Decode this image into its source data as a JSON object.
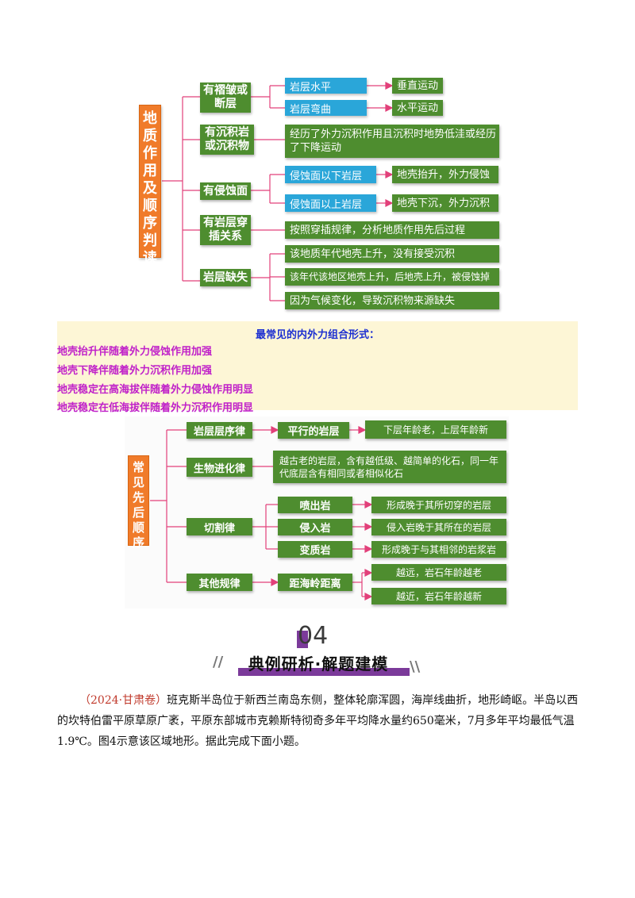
{
  "diagram1": {
    "root_chars": [
      "地",
      "质",
      "作",
      "用",
      "及",
      "顺",
      "序",
      "判",
      "读"
    ],
    "categories": [
      {
        "label": "有褶皱或断层"
      },
      {
        "label": "有沉积岩或沉积物"
      },
      {
        "label": "有侵蚀面"
      },
      {
        "label": "有岩层穿插关系"
      },
      {
        "label": "岩层缺失"
      }
    ],
    "subs": {
      "fold_flat": "岩层水平",
      "fold_bent": "岩层弯曲",
      "erosion_below": "侵蚀面以下岩层",
      "erosion_above": "侵蚀面以上岩层"
    },
    "leaves": {
      "vertical": "垂直运动",
      "horizontal": "水平运动",
      "sediment": "经历了外力沉积作用且沉积时地势低洼或经历了下降运动",
      "uplift": "地壳抬升，外力侵蚀",
      "sink": "地壳下沉，外力沉积",
      "intrusion": "按照穿插规律，分析地质作用先后过程",
      "missing1": "该地质年代地壳上升，没有接受沉积",
      "missing2": "该年代该地区地壳上升，后地壳上升，被侵蚀掉",
      "missing3": "因为气候变化，导致沉积物来源缺失"
    }
  },
  "notes": {
    "title": "最常见的内外力组合形式：",
    "lines": [
      "地壳抬升伴随着外力侵蚀作用加强",
      "地壳下降伴随着外力沉积作用加强",
      "地壳稳定在高海拔伴随着外力侵蚀作用明显",
      "地壳稳定在低海拔伴随着外力沉积作用明显"
    ]
  },
  "diagram2": {
    "root_chars": [
      "常",
      "见",
      "先",
      "后",
      "顺",
      "序"
    ],
    "categories": {
      "strata": "岩层层序律",
      "evolution": "生物进化律",
      "cutting": "切割律",
      "other": "其他规律"
    },
    "subs": {
      "parallel": "平行的岩层",
      "extrusive": "喷出岩",
      "intrusive": "侵入岩",
      "metamorphic": "变质岩",
      "distance": "距海岭距离"
    },
    "leaves": {
      "parallel": "下层年龄老，上层年龄新",
      "evolution": "越古老的岩层，含有越低级、越简单的化石，同一年代底层含有相同或者相似化石",
      "extrusive": "形成晚于其所切穿的岩层",
      "intrusive": "侵入岩晚于其所在的岩层",
      "metamorphic": "形成晚于与其相邻的岩浆岩",
      "far": "越远，岩石年龄越老",
      "near": "越近，岩石年龄越新"
    }
  },
  "section": {
    "number": "04",
    "title": "典例研析·解题建模"
  },
  "paragraph": {
    "source": "（2024·甘肃卷）",
    "body": "班克斯半岛位于新西兰南岛东侧，整体轮廓浑圆，海岸线曲折，地形崎岖。半岛以西的坎特伯雷平原草原广袤，平原东部城市克赖斯特彻奇多年平均降水量约650毫米，7月多年平均最低气温1.9℃。图4示意该区域地形。据此完成下面小题。"
  },
  "colors": {
    "orange": "#f07b2a",
    "green": "#4e8d2f",
    "blue": "#2aa6d9",
    "pink_line": "#e2407a",
    "note_bg": "#fdf6d6",
    "note_title": "#1c2fd1",
    "note_text": "#c021c9",
    "accent_purple": "#7b3a9a"
  }
}
